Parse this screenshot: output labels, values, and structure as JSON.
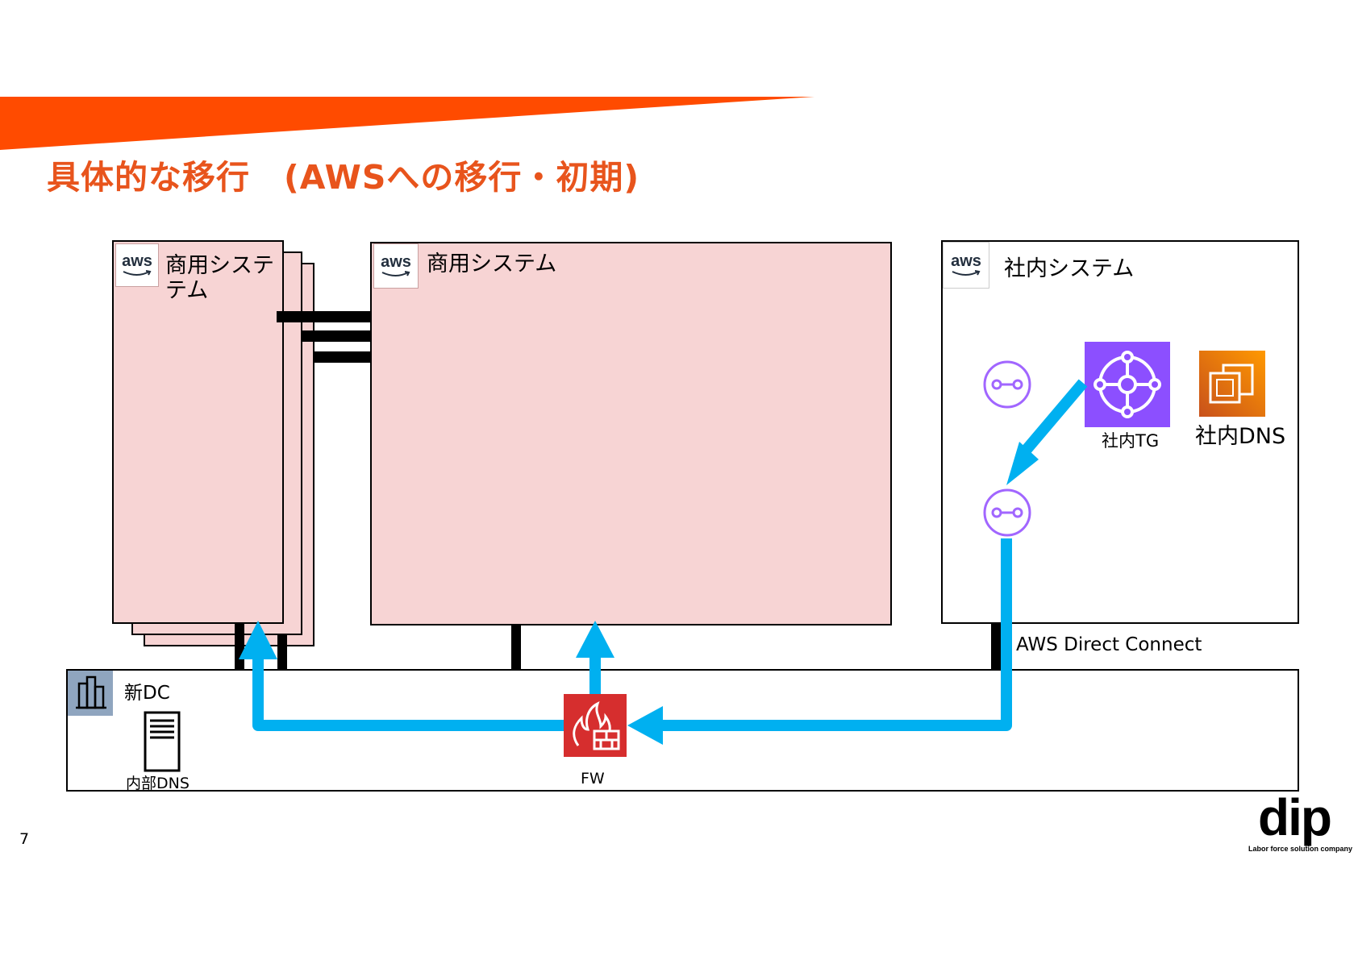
{
  "slide": {
    "title": "具体的な移行　(AWSへの移行・初期)",
    "page_number": "7",
    "accent_color": "#ff4b00",
    "title_color": "#e8541c"
  },
  "commercial_stack": {
    "label": "商用システ\nテム",
    "logo": "aws"
  },
  "commercial_main": {
    "label": "商用システム",
    "logo": "aws"
  },
  "internal": {
    "label": "社内システム",
    "logo": "aws",
    "tg_label": "社内TG",
    "dns_label": "社内DNS",
    "tg_icon": "transit-gateway-icon",
    "dns_icon": "ec2-instance-icon"
  },
  "direct_connect": {
    "label": "AWS Direct Connect"
  },
  "new_dc": {
    "label": "新DC",
    "icon": "building-icon",
    "internal_dns_label": "内部DNS",
    "fw_label": "FW"
  },
  "arrow_color": "#00b0f0",
  "footer": {
    "logo": "dip",
    "tagline": "Labor force solution company"
  }
}
